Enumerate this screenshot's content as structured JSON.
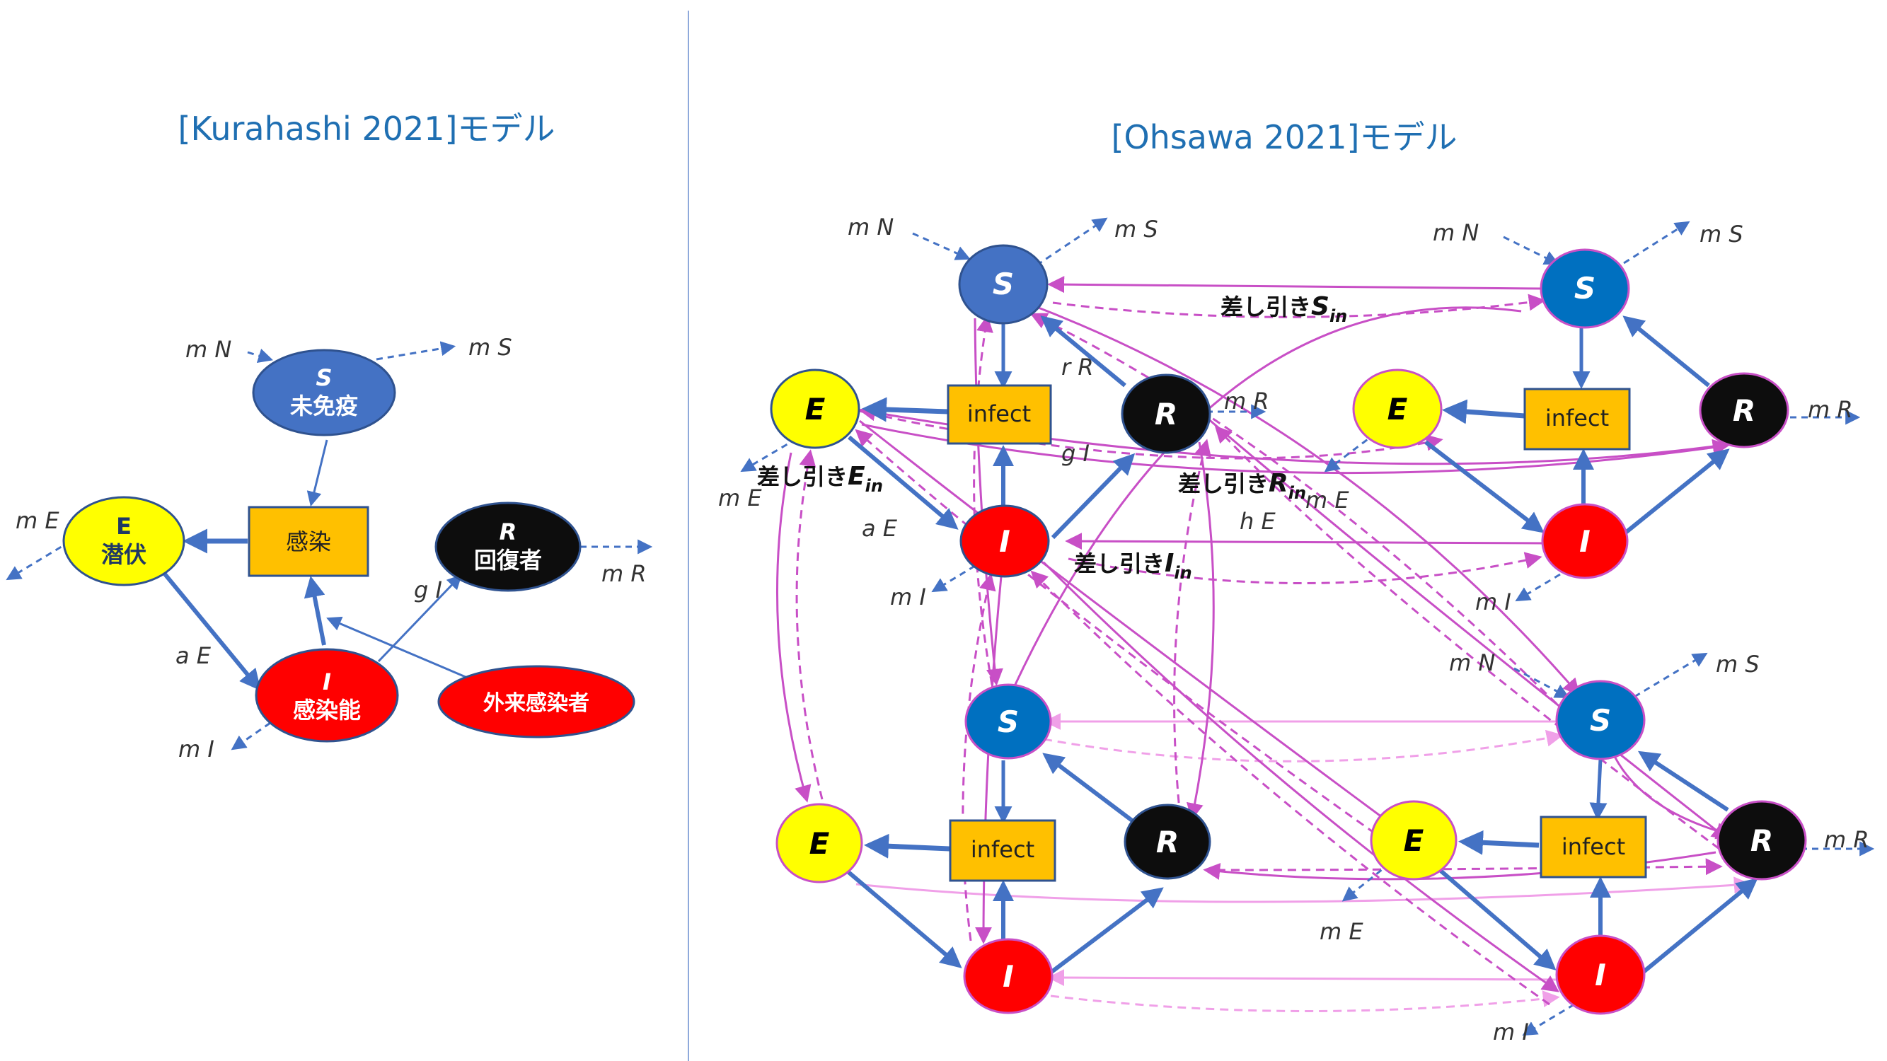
{
  "titles": {
    "left": "[Kurahashi 2021]モデル",
    "right": "[Ohsawa 2021]モデル"
  },
  "colors": {
    "blue_arrow": "#4472c4",
    "magenta": "#c84fc6",
    "pink": "#f0a0e8",
    "divider": "#8ea9db",
    "title": "#1f6fb2",
    "s_left": "#4472c4",
    "s_right": "#0070c0",
    "e_fill": "#ffff00",
    "i_fill": "#ff0000",
    "r_fill": "#0d0d0d",
    "box_fill": "#ffc000"
  },
  "left_model": {
    "nodes": {
      "S": {
        "symbol": "S",
        "label": "未免疫"
      },
      "E": {
        "symbol": "E",
        "label": "潜伏"
      },
      "I": {
        "symbol": "I",
        "label": "感染能"
      },
      "R": {
        "symbol": "R",
        "label": "回復者"
      },
      "ext": {
        "label": "外来感染者"
      },
      "infect": {
        "label": "感染"
      }
    },
    "labels": {
      "mN": "m N",
      "mS": "m S",
      "mE": "m E",
      "aE": "a E",
      "mI": "m I",
      "gI": "g I",
      "mR": "m R"
    }
  },
  "right_model": {
    "node_symbols": {
      "S": "S",
      "E": "E",
      "I": "I",
      "R": "R"
    },
    "infect_label": "infect",
    "flow_labels": {
      "mN_tl": "m N",
      "mS_tl": "m S",
      "mN_tr": "m N",
      "mS_tr": "m S",
      "rR": "r R",
      "mR_tl": "m R",
      "mR_tr": "m R",
      "gI": "g I",
      "mE_tl": "m E",
      "mE_mid": "m E",
      "aE": "a E",
      "hE": "h E",
      "mI_tl": "m I",
      "mI_tr": "m I",
      "mN_br": "m N",
      "mS_br": "m S",
      "mR_br": "m R",
      "mE_br": "m E",
      "mI_br": "m I"
    },
    "subtract_labels": {
      "S": {
        "prefix": "差し引き",
        "sym": "S",
        "sub": "in"
      },
      "E": {
        "prefix": "差し引き",
        "sym": "E",
        "sub": "in"
      },
      "R": {
        "prefix": "差し引き",
        "sym": "R",
        "sub": "in"
      },
      "I": {
        "prefix": "差し引き",
        "sym": "I",
        "sub": "in"
      }
    }
  }
}
